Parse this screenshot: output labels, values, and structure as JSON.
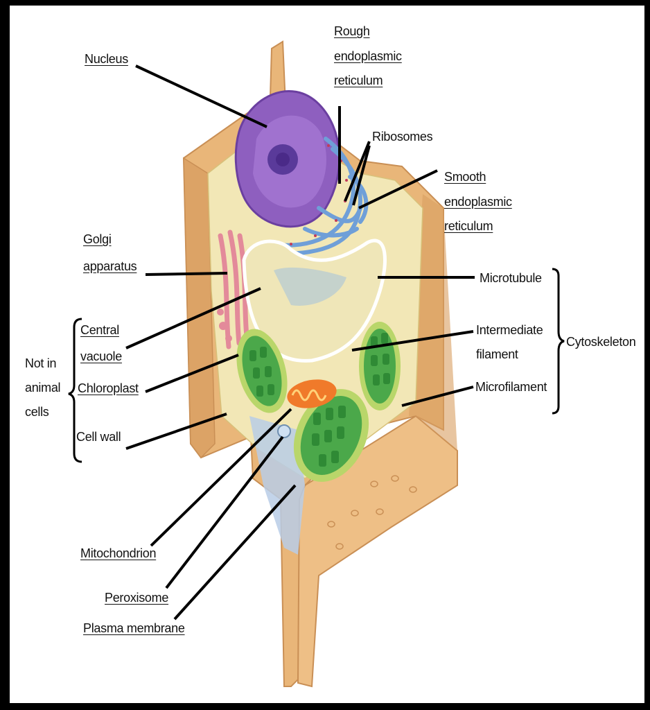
{
  "labels": {
    "nucleus": "Nucleus",
    "rough_er": [
      "Rough",
      "endoplasmic",
      "reticulum"
    ],
    "ribosomes": "Ribosomes",
    "smooth_er": [
      "Smooth",
      "endoplasmic",
      "reticulum"
    ],
    "golgi": [
      "Golgi",
      "apparatus"
    ],
    "microtubule": "Microtubule",
    "intermediate_filament": [
      "Intermediate",
      "filament"
    ],
    "microfilament": "Microfilament",
    "cytoskeleton": "Cytoskeleton",
    "not_in_animal_cells": [
      "Not in",
      "animal",
      "cells"
    ],
    "central_vacuole": [
      "Central",
      "vacuole"
    ],
    "chloroplast": "Chloroplast",
    "cell_wall": "Cell wall",
    "mitochondrion": "Mitochondrion",
    "peroxisome": "Peroxisome",
    "plasma_membrane": "Plasma membrane"
  },
  "colors": {
    "frame": "#000000",
    "cell_wall": "#e9b679",
    "cell_wall_dark": "#c98f55",
    "cytoplasm": "#f2e7b6",
    "nucleus": "#8e5fbf",
    "nucleolus": "#5a3a9a",
    "er": "#6f9fd8",
    "golgi": "#e38a9a",
    "vacuole": "#efe6b8",
    "chloroplast": "#4ba84a",
    "chloroplast_outer": "#b9d66a",
    "mitochondrion": "#f07a2a",
    "leader_line": "#000000"
  }
}
